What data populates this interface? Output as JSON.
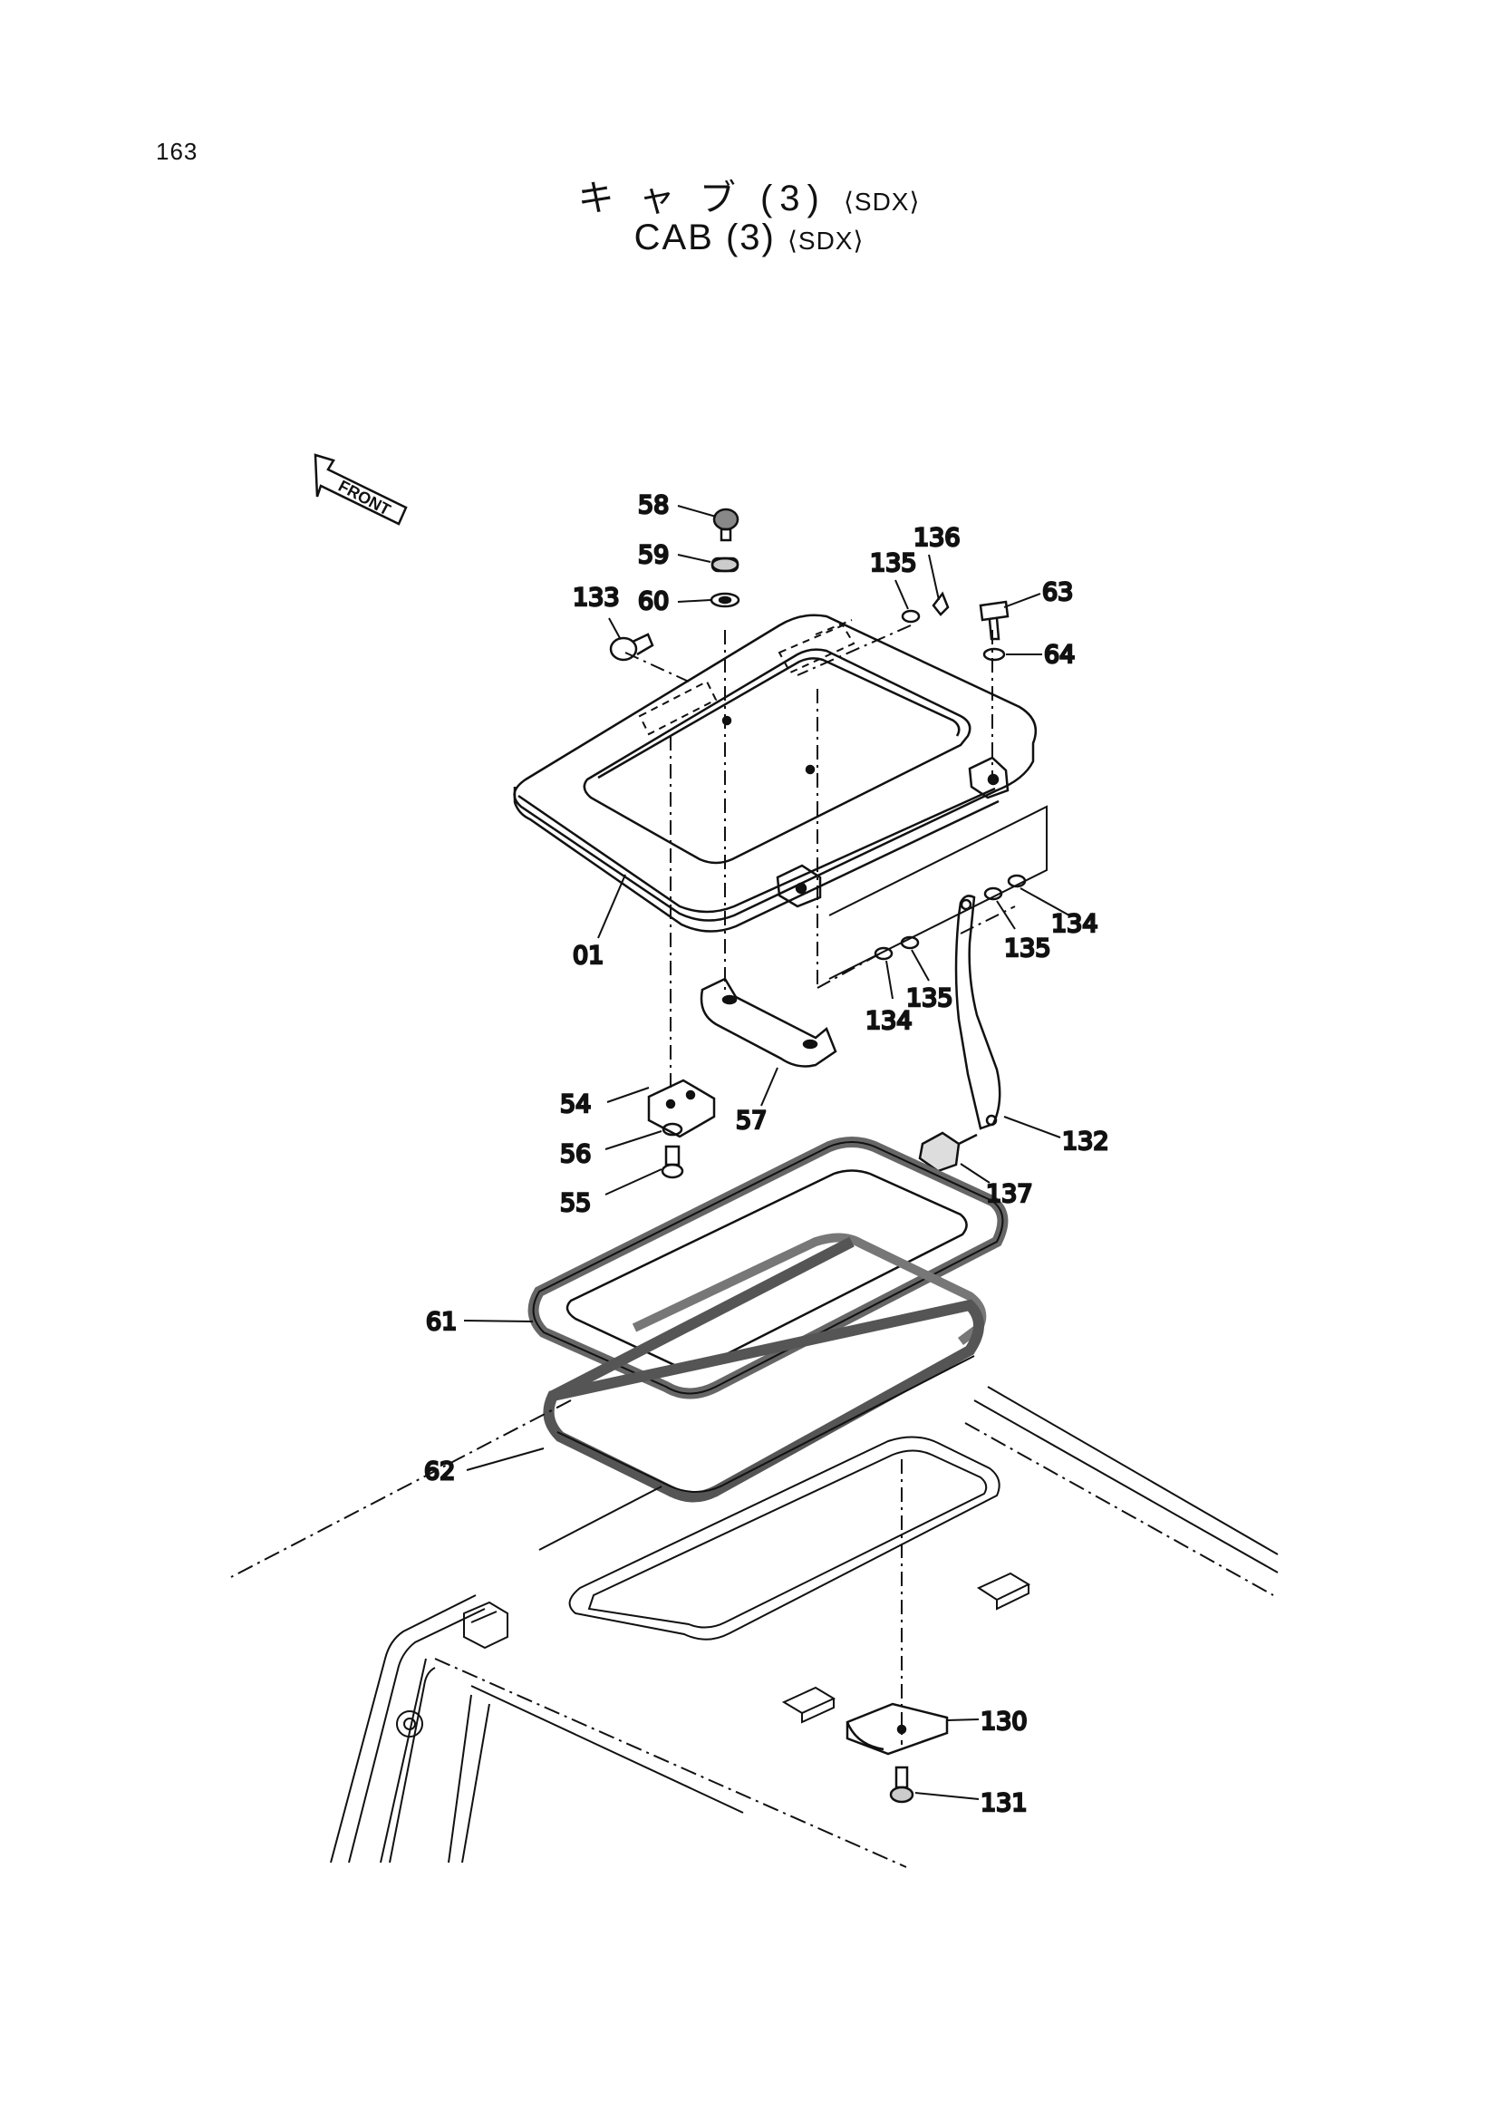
{
  "page_number": "163",
  "title": {
    "japanese": "キ ャ ブ (3)",
    "japanese_tag": "⟨SDX⟩",
    "english": "CAB (3)",
    "english_tag": "⟨SDX⟩"
  },
  "front_arrow_label": "FRONT",
  "callouts": {
    "c58": "58",
    "c59": "59",
    "c60": "60",
    "c133": "133",
    "c135a": "135",
    "c136": "136",
    "c63": "63",
    "c64": "64",
    "c01": "01",
    "c134a": "134",
    "c135b": "135",
    "c135c": "135",
    "c134b": "134",
    "c54": "54",
    "c57": "57",
    "c56": "56",
    "c55": "55",
    "c132": "132",
    "c137": "137",
    "c61": "61",
    "c62": "62",
    "c130": "130",
    "c131": "131"
  }
}
